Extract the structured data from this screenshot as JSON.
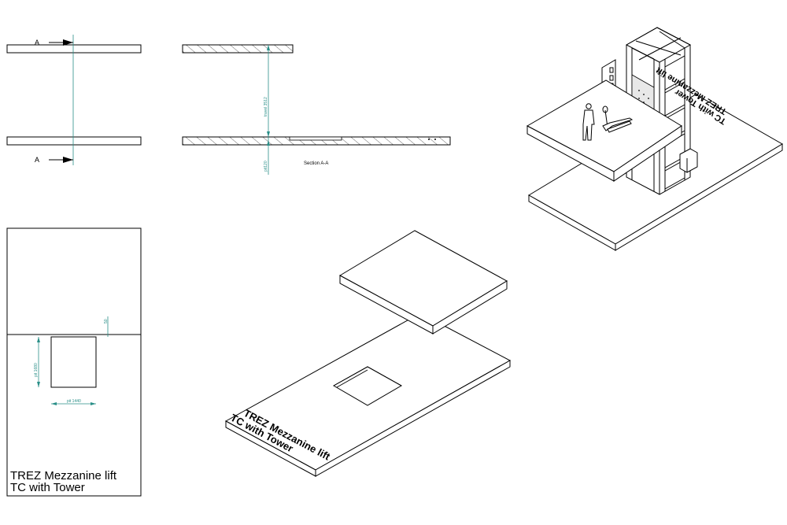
{
  "section_view": {
    "marker_top": "A",
    "marker_bottom": "A",
    "caption": "Section A-A",
    "dim_travel": "travel 3512",
    "dim_pit": "pit120"
  },
  "plan_view": {
    "dim_offset": "50",
    "dim_pit_depth": "pit 1680",
    "dim_pit_width": "pit 1440",
    "title_line1": "TREZ Mezzanine lift",
    "title_line2": "TC with Tower"
  },
  "iso_center": {
    "title_line1": "TREZ Mezzanine lift",
    "title_line2": "TC with Tower"
  },
  "iso_right": {
    "title_line1": "TREZ Mezzanine lift",
    "title_line2": "TC with Tower"
  }
}
